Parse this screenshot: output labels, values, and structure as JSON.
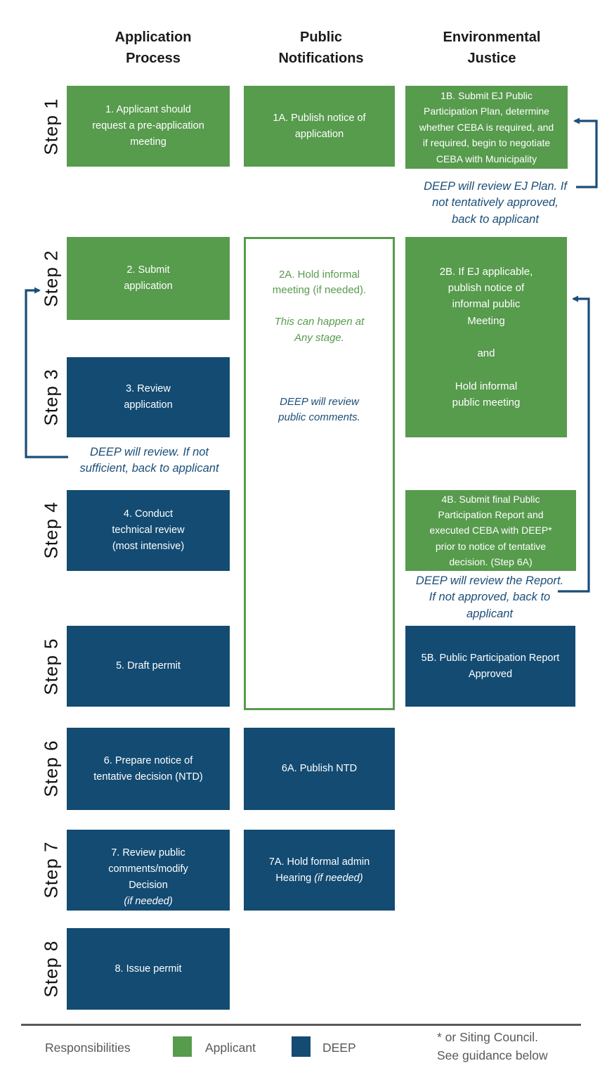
{
  "columns": [
    "Application\nProcess",
    "Public\nNotifications",
    "Environmental\nJustice"
  ],
  "steps": [
    "Step 1",
    "Step 2",
    "Step 3",
    "Step 4",
    "Step 5",
    "Step 6",
    "Step 7",
    "Step 8"
  ],
  "boxes": {
    "b1": "1. Applicant should\nrequest a pre-application\nmeeting",
    "b1a": "1A. Publish notice of\napplication",
    "b1b": "1B. Submit EJ Public\nParticipation Plan, determine\nwhether CEBA is required, and\nif required, begin to negotiate\nCEBA with Municipality",
    "b2": "2. Submit\napplication",
    "b2a_main": "2A. Hold informal\nmeeting (if needed).",
    "b2a_italic": "This can happen at\nAny stage.",
    "b2a_deep": "DEEP will review\npublic comments.",
    "b2b": "2B. If EJ applicable,\npublish notice of\ninformal public\nMeeting\n\nand\n\nHold informal\npublic meeting",
    "b3": "3. Review\napplication",
    "b4": "4. Conduct\ntechnical review\n(most intensive)",
    "b4b": "4B. Submit final Public\nParticipation Report and\nexecuted CEBA with DEEP*\nprior to notice of tentative\ndecision. (Step 6A)",
    "b5": "5. Draft permit",
    "b5b": "5B. Public Participation Report\nApproved",
    "b6": "6. Prepare notice of\ntentative decision (NTD)",
    "b6a": "6A. Publish NTD",
    "b7_main": "7. Review public\ncomments/modify\nDecision\n",
    "b7_italic": "(if needed)",
    "b7a_main": "7A. Hold formal admin\nHearing ",
    "b7a_italic": "(if needed)",
    "b8": "8. Issue permit"
  },
  "notes": {
    "n1": "DEEP will review EJ Plan. If\nnot tentatively approved,\nback to applicant",
    "n3": "DEEP will review. If not\nsufficient, back to applicant",
    "n4": "DEEP will review the Report.\nIf not approved, back to\napplicant"
  },
  "legend": {
    "title": "Responsibilities",
    "applicant_label": "Applicant",
    "deep_label": "DEEP",
    "footnote": "* or Siting Council.\nSee guidance below"
  },
  "colors": {
    "applicant_green": "#579b4d",
    "deep_blue": "#134b72",
    "annotation_blue": "#1b4e78",
    "legend_gray": "#595959",
    "divider_gray": "#595959",
    "header_black": "#1a1a1a"
  }
}
